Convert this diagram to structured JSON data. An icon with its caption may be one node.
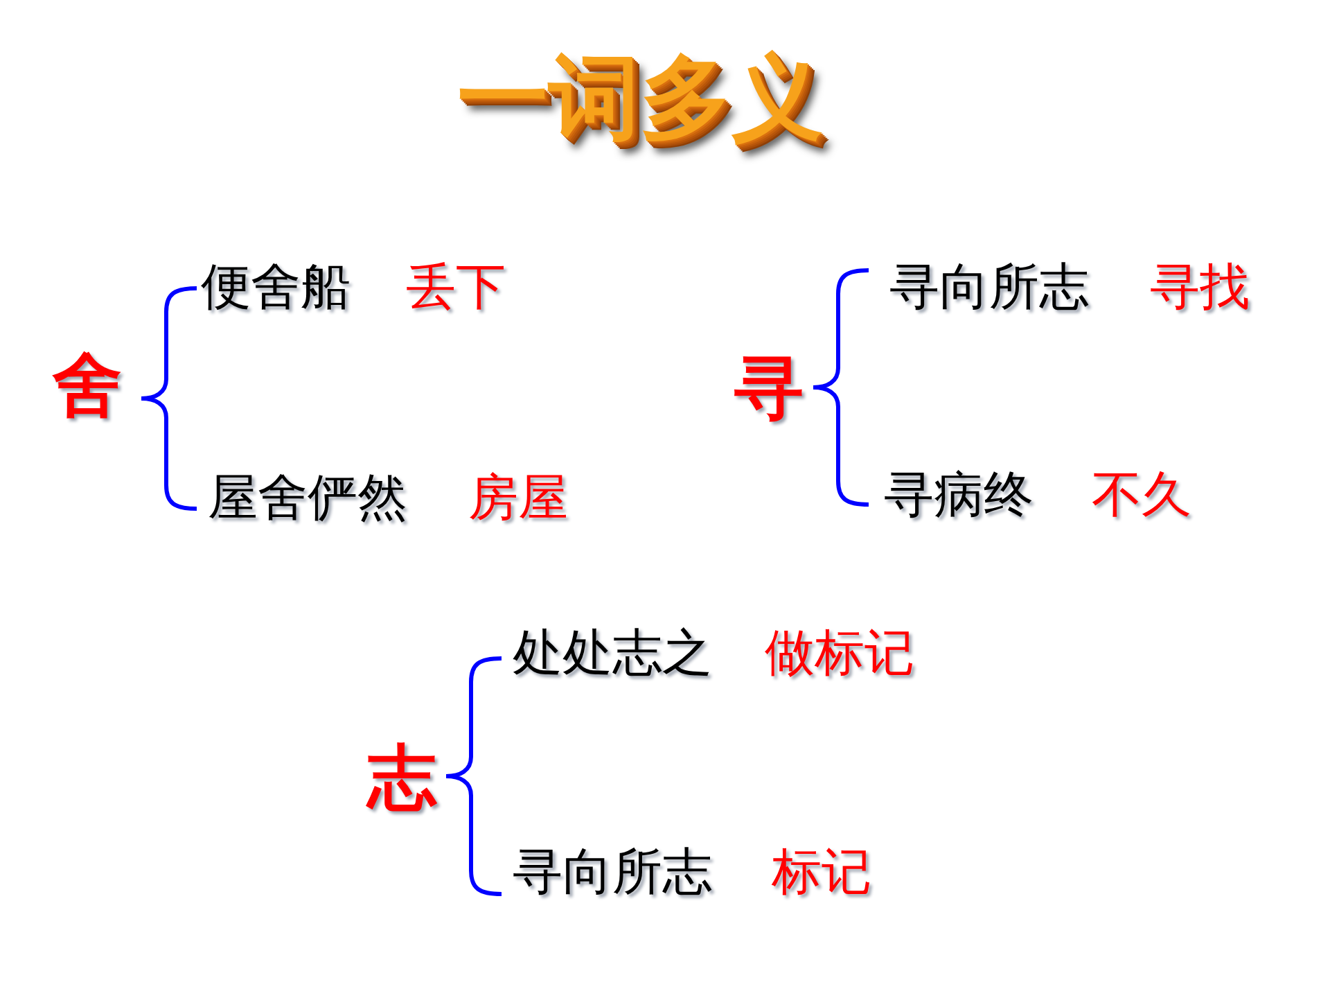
{
  "diagram": {
    "title": "一词多义",
    "labels": [
      "舍",
      "便舍船",
      "丢下",
      "屋舍俨然",
      "房屋",
      "寻",
      "寻向所志",
      "寻找",
      "寻病终",
      "不久",
      "志",
      "处处志之",
      "做标记",
      "寻向所志",
      "标记"
    ]
  }
}
